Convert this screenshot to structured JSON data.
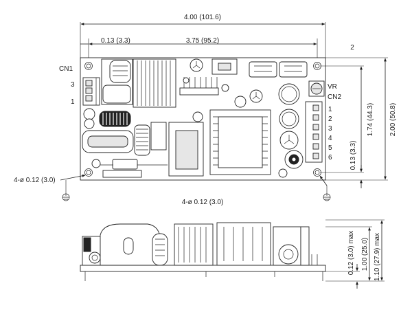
{
  "top_view": {
    "dim_overall_width": "4.00 (101.6)",
    "dim_hole_offset": "0.13 (3.3)",
    "dim_hole_spacing": "3.75 (95.2)",
    "note_number": "2",
    "dim_vertical_hole_pitch": "1.74 (44.3)",
    "dim_overall_height": "2.00 (50.8)",
    "dim_hole_margin": "0.13 (3.3)",
    "hole_callout_left": "4-ø 0.12 (3.0)",
    "hole_callout_bottom": "4-ø 0.12 (3.0)",
    "cn1_label": "CN1",
    "cn1_pin_3": "3",
    "cn1_pin_1": "1",
    "vr_label": "VR",
    "cn2_label": "CN2",
    "cn2_pins": [
      "1",
      "2",
      "3",
      "4",
      "5",
      "6"
    ]
  },
  "side_view": {
    "dim_board_standoff": "0.12 (3.0) max",
    "dim_component_height": "1.00 (25.0)",
    "dim_total_height": "1.10 (27.9) max"
  }
}
